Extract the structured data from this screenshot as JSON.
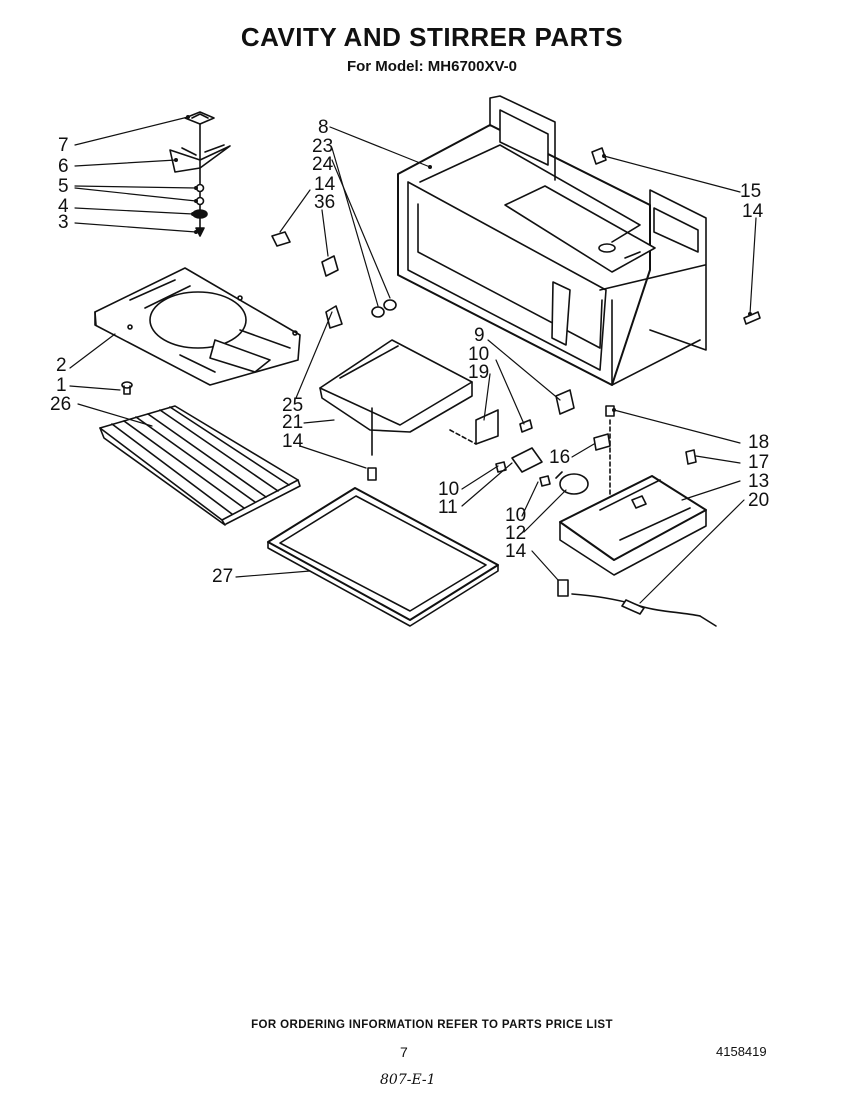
{
  "title": "CAVITY AND STIRRER PARTS",
  "subtitle": "For Model: MH6700XV-0",
  "callouts": {
    "c7": "7",
    "c6": "6",
    "c5": "5",
    "c4": "4",
    "c3": "3",
    "c2": "2",
    "c1": "1",
    "c26": "26",
    "c27": "27",
    "c8": "8",
    "c23": "23",
    "c24": "24",
    "c14a": "14",
    "c36": "36",
    "c25": "25",
    "c21": "21",
    "c14b": "14",
    "c15": "15",
    "c14c": "14",
    "c9": "9",
    "c10a": "10",
    "c19": "19",
    "c16": "16",
    "c18": "18",
    "c17": "17",
    "c13": "13",
    "c20": "20",
    "c10b": "10",
    "c11": "11",
    "c10c": "10",
    "c12": "12",
    "c14d": "14"
  },
  "footer": {
    "ordering_note": "FOR ORDERING INFORMATION REFER TO PARTS PRICE LIST",
    "page_number": "7",
    "doc_number": "4158419",
    "handwritten_code": "807-E-1"
  }
}
